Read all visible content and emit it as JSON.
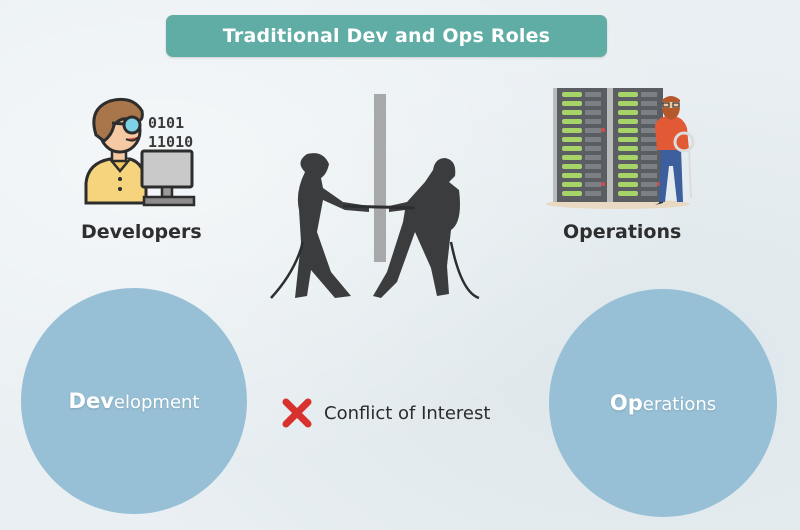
{
  "title": "Traditional Dev and Ops Roles",
  "roles": {
    "developers": {
      "label": "Developers",
      "icon": "developer-at-computer-icon"
    },
    "operations": {
      "label": "Operations",
      "icon": "server-rack-technician-icon"
    }
  },
  "center_illustration": {
    "icon": "tug-of-war-icon",
    "divider": "vertical-wall"
  },
  "circles": {
    "development": {
      "bold": "Dev",
      "rest": "elopment"
    },
    "operations": {
      "bold": "Op",
      "rest": "erations"
    }
  },
  "conflict": {
    "icon": "red-x-icon",
    "label": "Conflict of Interest"
  },
  "colors": {
    "banner": "#5fada5",
    "circle": "#97c0d6",
    "silhouette": "#3a3c3e",
    "wall": "#a6a8aa",
    "x_mark": "#d8322f",
    "background": "#e9eff2"
  }
}
